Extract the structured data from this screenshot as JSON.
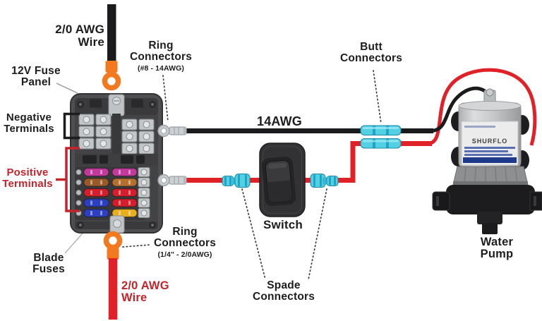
{
  "labels": {
    "top_wire": {
      "line1": "2/0 AWG",
      "line2": "Wire"
    },
    "fuse_panel": {
      "line1": "12V Fuse",
      "line2": "Panel"
    },
    "negative_terminals": {
      "line1": "Negative",
      "line2": "Terminals"
    },
    "positive_terminals": {
      "line1": "Positive",
      "line2": "Terminals"
    },
    "blade_fuses": {
      "line1": "Blade",
      "line2": "Fuses"
    },
    "ring_connectors_top": {
      "line1": "Ring",
      "line2": "Connectors",
      "size": "(#8 - 14AWG)"
    },
    "ring_connectors_bottom": {
      "line1": "Ring",
      "line2": "Connectors",
      "size": "(1/4\" - 2/0AWG)"
    },
    "bottom_wire": {
      "line1": "2/0 AWG",
      "line2": "Wire"
    },
    "wire_gauge": "14AWG",
    "butt_connectors": {
      "line1": "Butt",
      "line2": "Connectors"
    },
    "switch": "Switch",
    "spade_connectors": {
      "line1": "Spade",
      "line2": "Connectors"
    },
    "water_pump": {
      "line1": "Water",
      "line2": "Pump"
    },
    "pump_brand": "SHURFLO"
  },
  "colors": {
    "wire_black": "#1b1b1d",
    "wire_red": "#e02127",
    "label_red": "#c4242b",
    "connector_orange": "#f2791f",
    "connector_cyan": "#53d1e3",
    "connector_cyan_stripe": "#21a3c6",
    "connector_silver": "#c9cdd0"
  },
  "fuse_colors": {
    "left": [
      "#c0399b",
      "#9a5a28",
      "#d31f2b",
      "#2b3fbf",
      "#2b3fbf"
    ],
    "right": [
      "#c0399b",
      "#b5702f",
      "#d31f2b",
      "#d31f2b",
      "#e8ae1e"
    ]
  }
}
